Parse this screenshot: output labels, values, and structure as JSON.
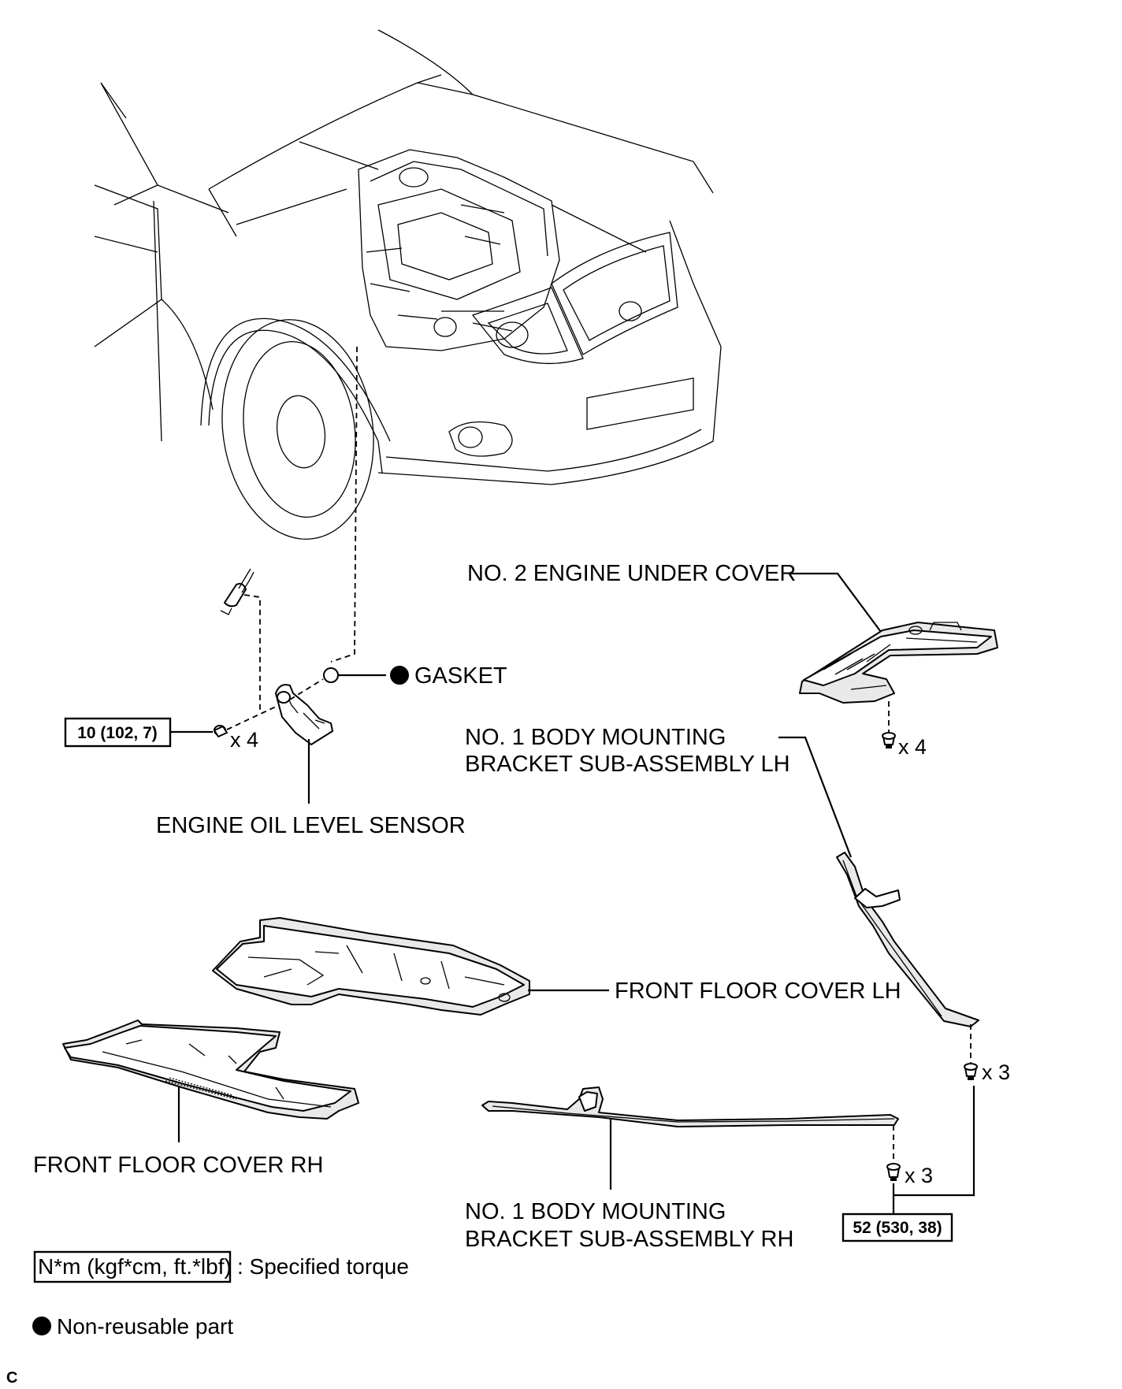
{
  "labels": {
    "no2_under_cover": "NO. 2 ENGINE UNDER COVER",
    "gasket": "GASKET",
    "no1_bracket_lh_line1": "NO. 1 BODY MOUNTING",
    "no1_bracket_lh_line2": "BRACKET SUB-ASSEMBLY LH",
    "oil_level_sensor": "ENGINE OIL LEVEL SENSOR",
    "front_floor_cover_lh": "FRONT FLOOR COVER LH",
    "front_floor_cover_rh": "FRONT FLOOR COVER RH",
    "no1_bracket_rh_line1": "NO. 1 BODY MOUNTING",
    "no1_bracket_rh_line2": "BRACKET SUB-ASSEMBLY RH"
  },
  "torques": {
    "sensor_bolt": "10 (102, 7)",
    "bracket_bolt": "52 (530, 38)"
  },
  "quantities": {
    "sensor_bolts": "x 4",
    "under_cover_bolts": "x 4",
    "bracket_lh_bolts": "x 3",
    "bracket_rh_bolts": "x 3"
  },
  "legend": {
    "torque_units": "N*m (kgf*cm, ft.*lbf)",
    "torque_meaning": ": Specified torque",
    "non_reusable": "Non-reusable part"
  },
  "figure_code": "C"
}
